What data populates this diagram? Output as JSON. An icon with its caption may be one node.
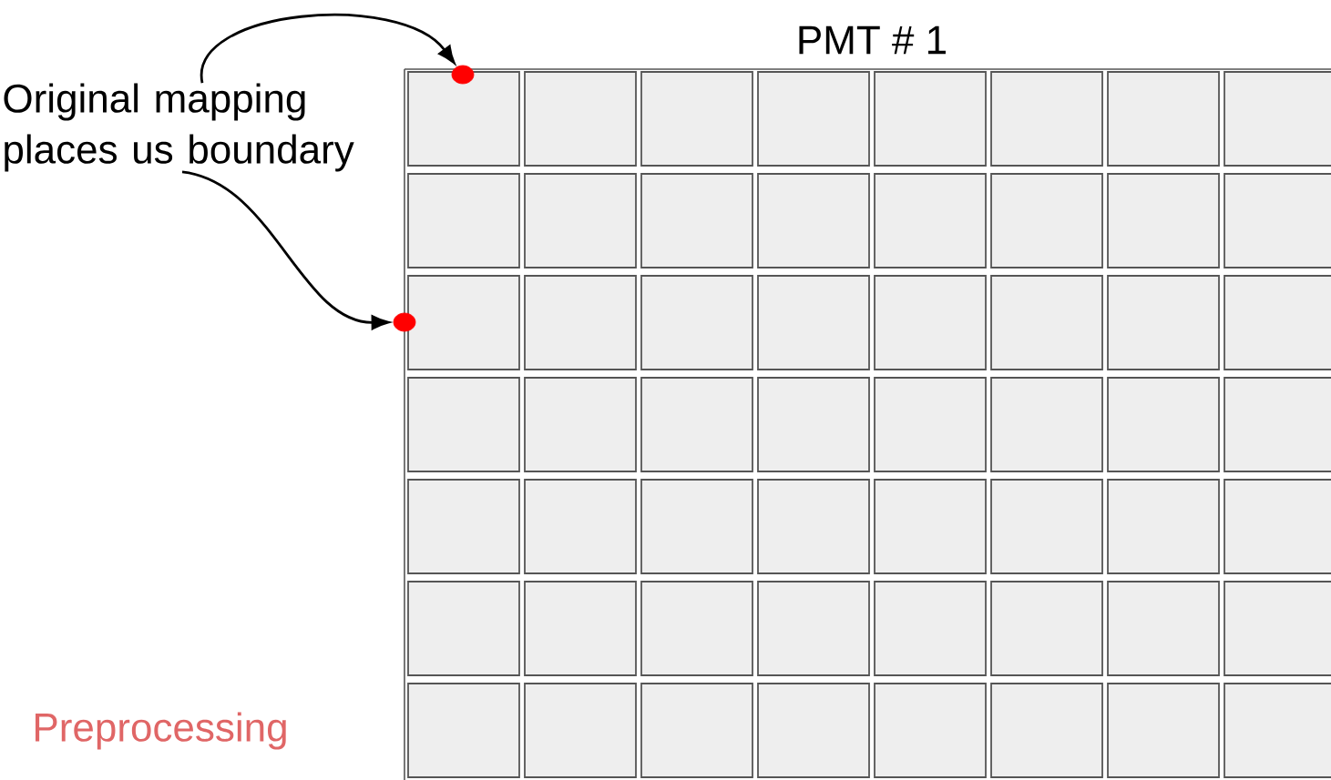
{
  "diagram": {
    "nodes": [
      {
        "text": [
          "Original mapping places us boundary"
        ]
      },
      {
        "text": [],
        "shape": "circle"
      },
      {
        "text": [],
        "shape": "circle"
      }
    ],
    "edges": [
      {
        "from": 0,
        "to": 1,
        "arrow": "to"
      },
      {
        "from": 0,
        "to": 2,
        "arrow": "to"
      }
    ],
    "labels": [
      "PMT # 1",
      "Preprocessing"
    ]
  }
}
